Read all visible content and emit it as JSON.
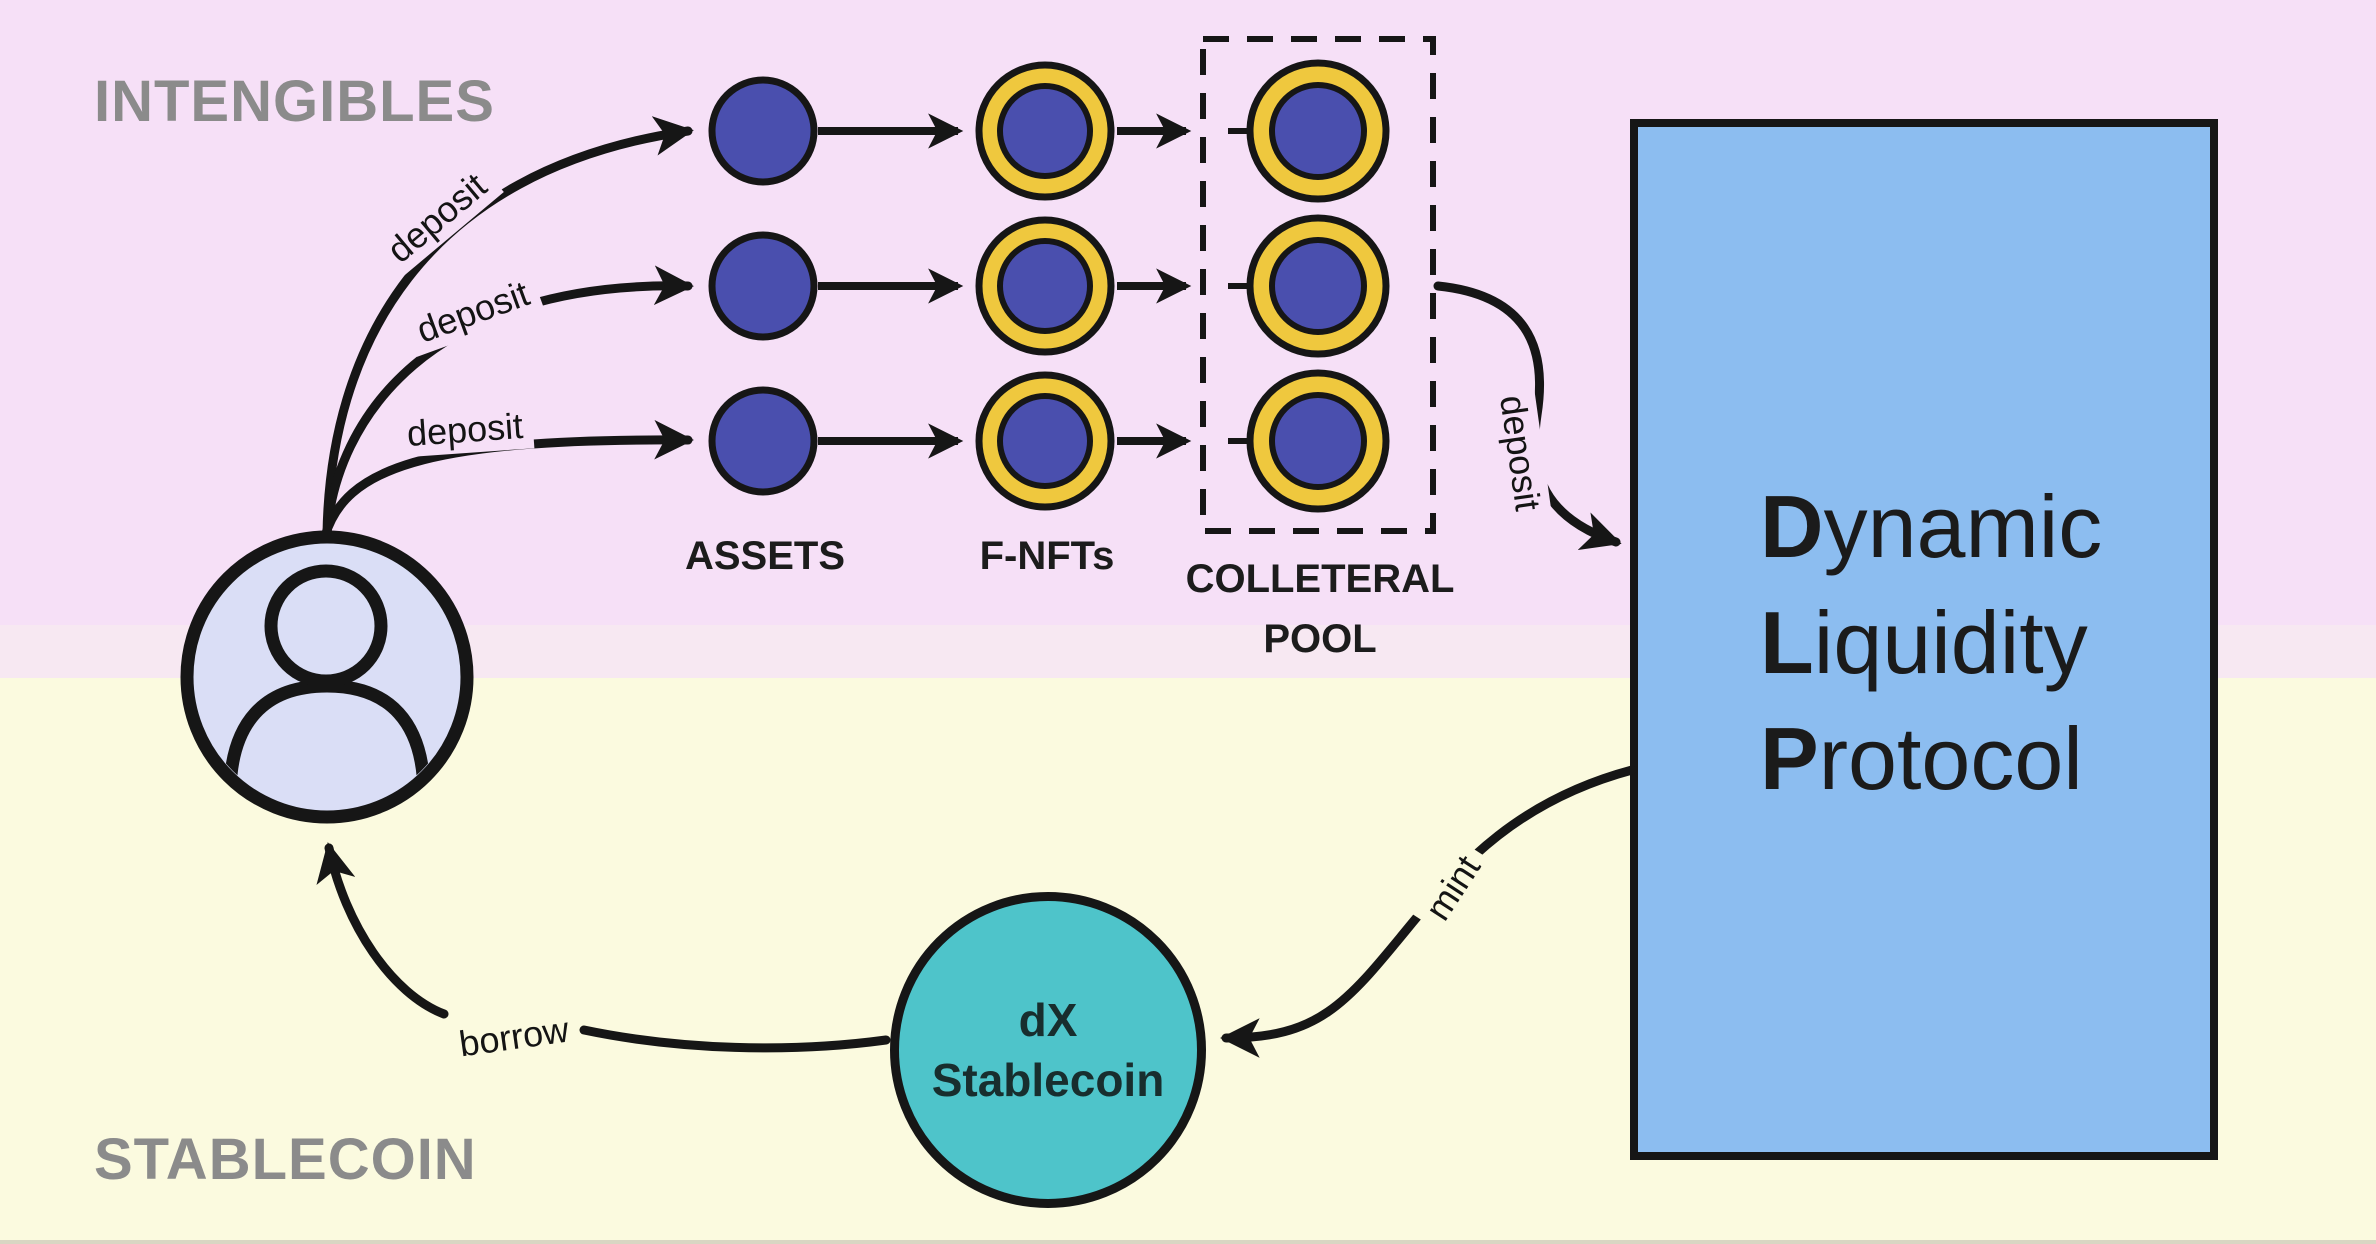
{
  "sections": {
    "top_label": "INTENGIBLES",
    "bottom_label": "STABLECOIN"
  },
  "columns": {
    "assets_label": "ASSETS",
    "fnfts_label": "F-NFTs",
    "collateral_pool_line1": "COLLETERAL",
    "collateral_pool_line2": "POOL"
  },
  "flow_labels": {
    "deposit_1": "deposit",
    "deposit_2": "deposit",
    "deposit_3": "deposit",
    "deposit_pool_to_dlp": "deposit",
    "mint": "mint",
    "borrow": "borrow"
  },
  "dlp_box": {
    "lines": [
      {
        "bold": "D",
        "rest": "ynamic"
      },
      {
        "bold": "L",
        "rest": "iquidity"
      },
      {
        "bold": "P",
        "rest": "rotocol"
      }
    ]
  },
  "stablecoin_node": {
    "line1": "dX",
    "line2": "Stablecoin"
  },
  "colors": {
    "pink": "#f6e0f7",
    "pink_light": "#f7e8f2",
    "yellow": "#fbfadf",
    "strip": "#d9d6c3",
    "asset_blue": "#4a4fae",
    "ring_yellow": "#efc83e",
    "teal": "#4ec4ca",
    "dlp_blue": "#8cbdf0",
    "avatar_fill": "#dadef6",
    "gray_label": "#8b8b8b",
    "ink": "#161616"
  }
}
